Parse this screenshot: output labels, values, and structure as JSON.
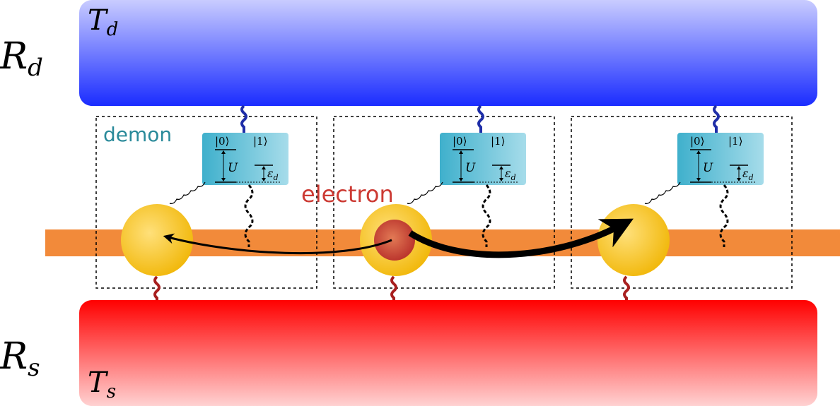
{
  "reservoirs": {
    "demon": {
      "label": "R",
      "sub": "d",
      "temp": "T",
      "temp_sub": "d",
      "color": "#2233ff"
    },
    "system": {
      "label": "R",
      "sub": "s",
      "temp": "T",
      "temp_sub": "s",
      "color": "#ff0000"
    }
  },
  "labels": {
    "demon": "demon",
    "electron": "electron",
    "demon_color": "#2a8a9a",
    "electron_color": "#cc3a33"
  },
  "demon_box": {
    "state0": "|0⟩",
    "state1": "|1⟩",
    "U": "U",
    "eps": "ε",
    "eps_sub": "d"
  },
  "wire_color": "#f28a3a",
  "dot_color": "#f5c22a",
  "electron_color": "#c8403a"
}
